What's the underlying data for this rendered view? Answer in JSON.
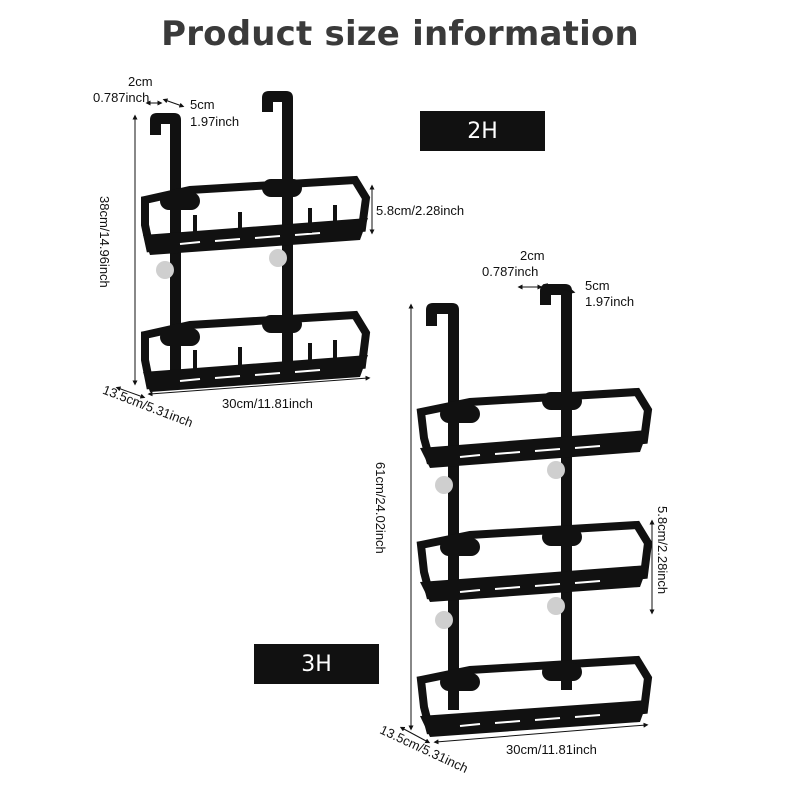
{
  "title": "Product size information",
  "badges": {
    "two_tier": "2H",
    "three_tier": "3H"
  },
  "two_tier": {
    "hook_thickness_cm": "2cm",
    "hook_thickness_inch": "0.787inch",
    "hook_depth_cm": "5cm",
    "hook_depth_inch": "1.97inch",
    "basket_height": "5.8cm/2.28inch",
    "total_height": "38cm/14.96inch",
    "depth": "13.5cm/5.31inch",
    "width": "30cm/11.81inch"
  },
  "three_tier": {
    "hook_thickness_cm": "2cm",
    "hook_thickness_inch": "0.787inch",
    "hook_depth_cm": "5cm",
    "hook_depth_inch": "1.97inch",
    "basket_height": "5.8cm/2.28inch",
    "total_height": "61cm/24.02inch",
    "depth": "13.5cm/5.31inch",
    "width": "30cm/11.81inch"
  },
  "colors": {
    "product": "#111111",
    "badge_bg": "#111111",
    "badge_text": "#ffffff",
    "title": "#3a3a3a",
    "suction": "#cfcfcf"
  }
}
